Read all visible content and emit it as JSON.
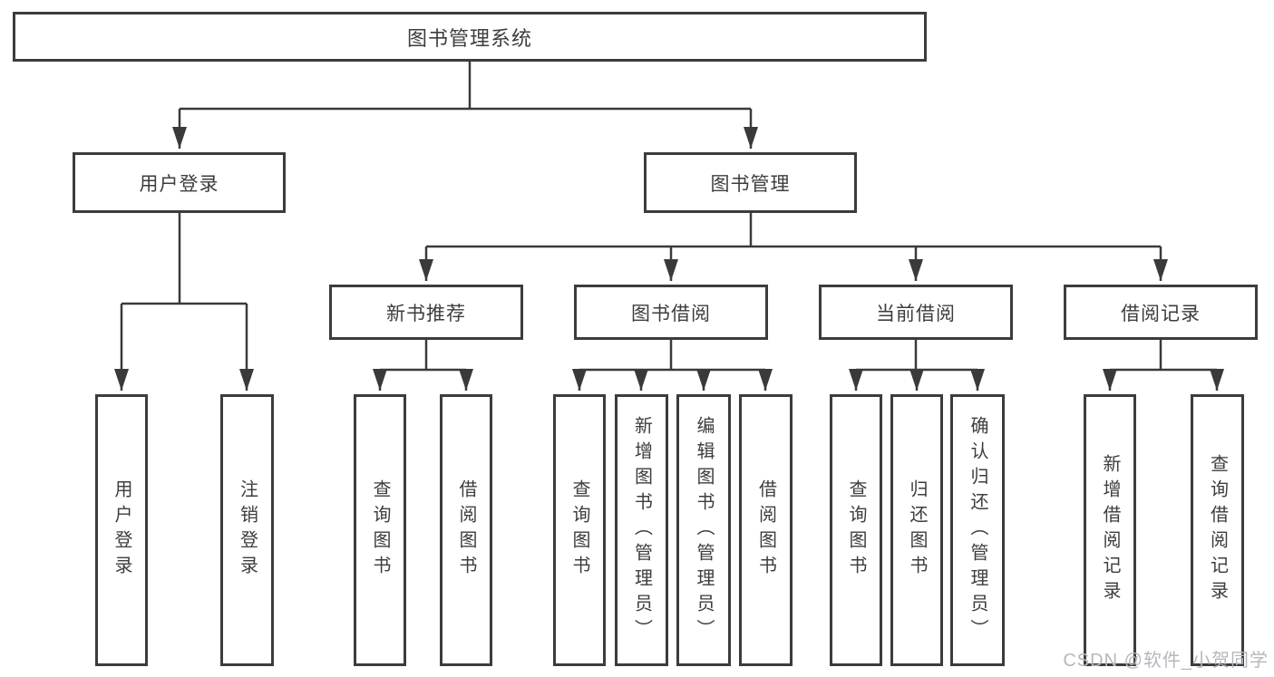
{
  "diagram": {
    "root": "图书管理系统",
    "level2": {
      "user_login": "用户登录",
      "book_mgmt": "图书管理"
    },
    "level3": {
      "new_book": "新书推荐",
      "borrow": "图书借阅",
      "current": "当前借阅",
      "records": "借阅记录"
    },
    "leaves": {
      "user_login": "用户登录",
      "logout": "注销登录",
      "query_book_new": "查询图书",
      "borrow_book_new": "借阅图书",
      "query_book_borrow": "查询图书",
      "add_book_admin": "新增图书（管理员）",
      "edit_book_admin": "编辑图书（管理员）",
      "borrow_book_borrow": "借阅图书",
      "query_book_current": "查询图书",
      "return_book": "归还图书",
      "confirm_return_admin": "确认归还（管理员）",
      "add_borrow_record": "新增借阅记录",
      "query_borrow_record": "查询借阅记录"
    }
  },
  "watermark": "CSDN @软件_小贺同学",
  "colors": {
    "line": "#3a3a3a",
    "text": "#3d3d3d",
    "box_background": "#ffffff",
    "watermark": "#b4b8bd"
  }
}
